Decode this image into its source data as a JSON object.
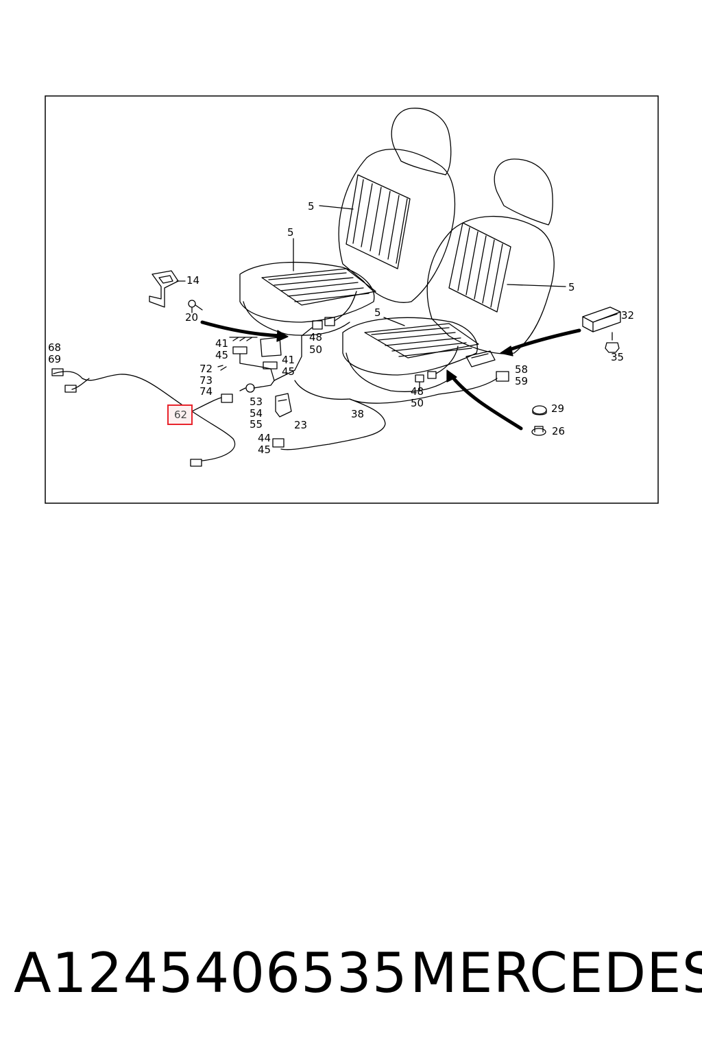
{
  "diagram": {
    "labels": {
      "l5a": "5",
      "l5b": "5",
      "l5c": "5",
      "l5d": "5",
      "l14": "14",
      "l20": "20",
      "l41a": "41",
      "l45a": "45",
      "l41b": "41",
      "l45b": "45",
      "l48a": "48",
      "l50a": "50",
      "l48b": "48",
      "l50b": "50",
      "l32": "32",
      "l35": "35",
      "l58": "58",
      "l59": "59",
      "l68": "68",
      "l69": "69",
      "l72": "72",
      "l73": "73",
      "l74": "74",
      "l53": "53",
      "l54": "54",
      "l55": "55",
      "l23": "23",
      "l38": "38",
      "l44": "44",
      "l45c": "45",
      "l29": "29",
      "l26": "26"
    },
    "highlighted_callout": "62",
    "highlight_color": "#e8232b"
  },
  "footer": {
    "part_number": "A1245406535",
    "brand": "MERCEDES"
  }
}
